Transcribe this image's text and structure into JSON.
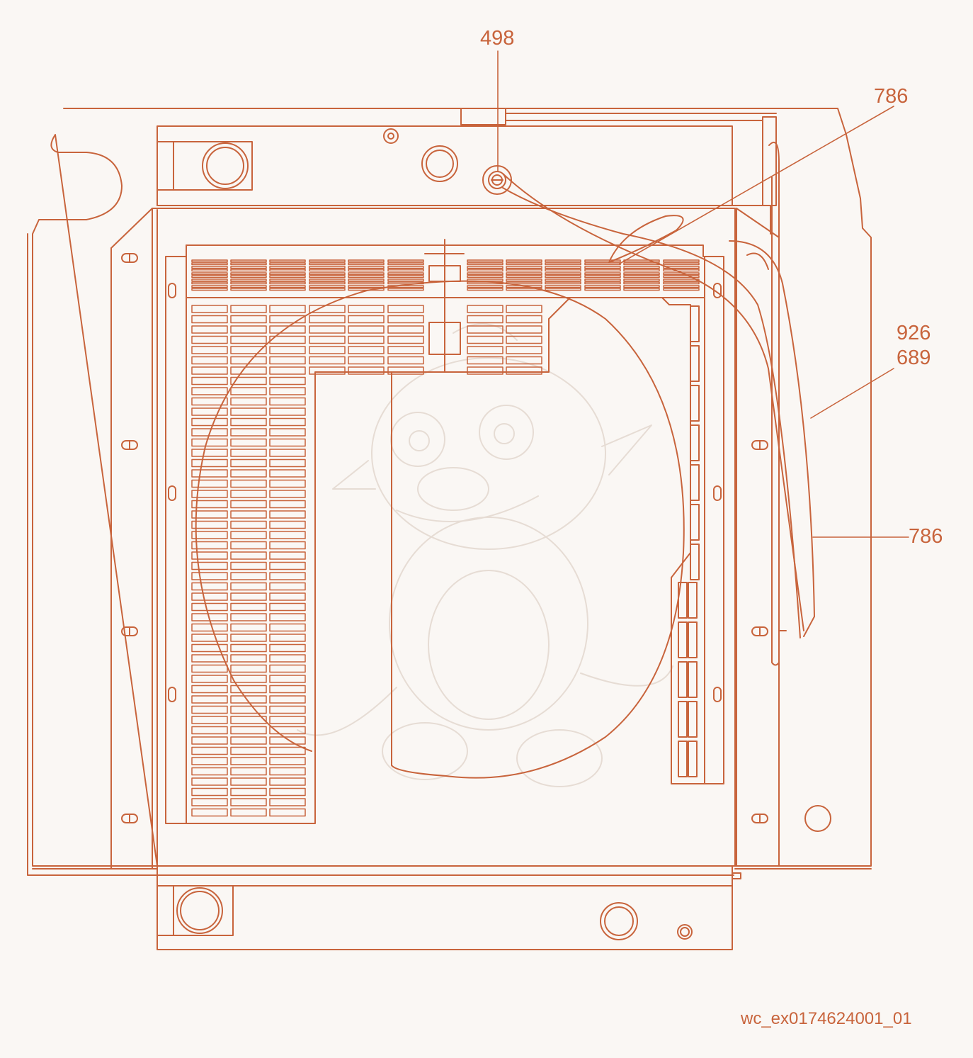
{
  "colors": {
    "line": "#c8643c",
    "background": "#faf7f4",
    "watermark": "#e3d9d2"
  },
  "callouts": {
    "c498": "498",
    "c786_top": "786",
    "c926": "926",
    "c689": "689",
    "c786_right": "786"
  },
  "footer": {
    "doc_id": "wc_ex0174624001_01"
  },
  "watermark_icon": "dragon-sketch-watermark"
}
